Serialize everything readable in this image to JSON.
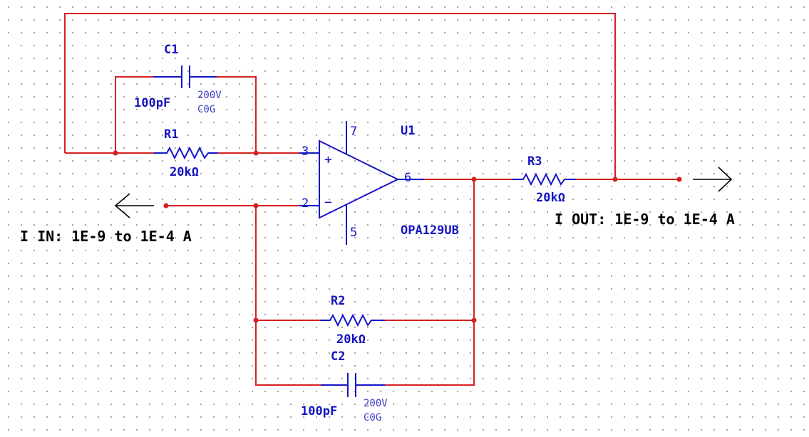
{
  "components": {
    "c1": {
      "ref": "C1",
      "value": "100pF",
      "voltage": "200V",
      "dielectric": "C0G"
    },
    "r1": {
      "ref": "R1",
      "value": "20kΩ"
    },
    "r2": {
      "ref": "R2",
      "value": "20kΩ"
    },
    "r3": {
      "ref": "R3",
      "value": "20kΩ"
    },
    "c2": {
      "ref": "C2",
      "value": "100pF",
      "voltage": "200V",
      "dielectric": "C0G"
    },
    "u1": {
      "ref": "U1",
      "part": "OPA129UB",
      "pins": {
        "noninv": "3",
        "inv": "2",
        "out": "6",
        "top": "7",
        "bottom": "5"
      },
      "plus_sign": "+",
      "minus_sign": "−"
    }
  },
  "io": {
    "input_label": "I IN: 1E-9 to 1E-4 A",
    "output_label": "I OUT: 1E-9 to 1E-4 A"
  },
  "colors": {
    "wire": "#d42020",
    "component": "#1515c8",
    "grid_dot": "#9a9a9a",
    "io_text": "#000000"
  }
}
